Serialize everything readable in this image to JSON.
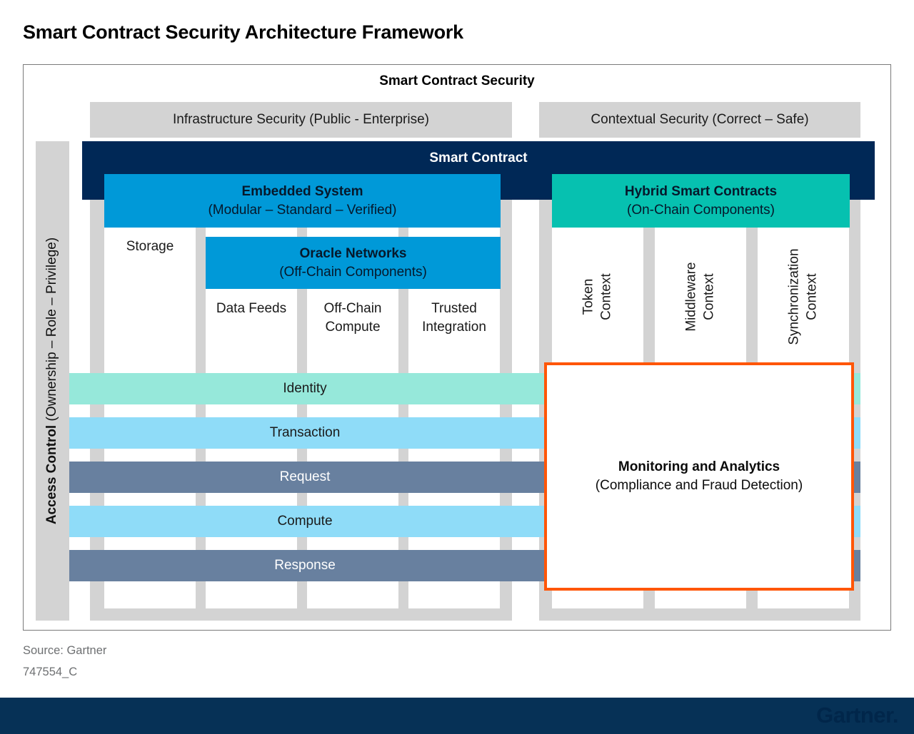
{
  "page": {
    "title": "Smart Contract Security Architecture Framework",
    "source_line": "Source: Gartner",
    "document_id": "747554_C"
  },
  "diagram": {
    "heading": "Smart Contract Security",
    "infrastructure_band": "Infrastructure Security (Public - Enterprise)",
    "contextual_band": "Contextual Security (Correct – Safe)",
    "access_control": {
      "bold": "Access Control",
      "rest": " (Ownership – Role – Privilege)"
    },
    "smart_contract_bar": "Smart Contract",
    "embedded_system": {
      "title": "Embedded System",
      "subtitle": "(Modular – Standard – Verified)"
    },
    "hybrid_smart_contracts": {
      "title": "Hybrid Smart Contracts",
      "subtitle": "(On-Chain Components)"
    },
    "oracle_networks": {
      "title": "Oracle Networks",
      "subtitle": "(Off-Chain Components)"
    },
    "storage_label": "Storage",
    "oracle_columns": [
      {
        "label": "Data Feeds"
      },
      {
        "label": "Off-Chain Compute"
      },
      {
        "label": "Trusted Integration"
      }
    ],
    "context_columns": [
      {
        "l1": "Token",
        "l2": "Context"
      },
      {
        "l1": "Middleware",
        "l2": "Context"
      },
      {
        "l1": "Synchronization",
        "l2": "Context"
      }
    ],
    "layers": [
      {
        "label": "Identity",
        "color": "#96e8da"
      },
      {
        "label": "Transaction",
        "color": "#8fdcf8"
      },
      {
        "label": "Request",
        "color": "#68809f"
      },
      {
        "label": "Compute",
        "color": "#8fdcf8"
      },
      {
        "label": "Response",
        "color": "#68809f"
      }
    ],
    "monitoring": {
      "title": "Monitoring and Analytics",
      "subtitle": "(Compliance and Fraud Detection)"
    }
  },
  "footer": {
    "logo_text": "Gartner."
  },
  "colors": {
    "navy": "#002856",
    "blue": "#0099d8",
    "teal": "#06c1b0",
    "mint": "#96e8da",
    "light_blue": "#8fdcf8",
    "slate": "#68809f",
    "panel_gray": "#d3d3d3",
    "orange_border": "#ff5608",
    "footer_navy": "#063156"
  }
}
